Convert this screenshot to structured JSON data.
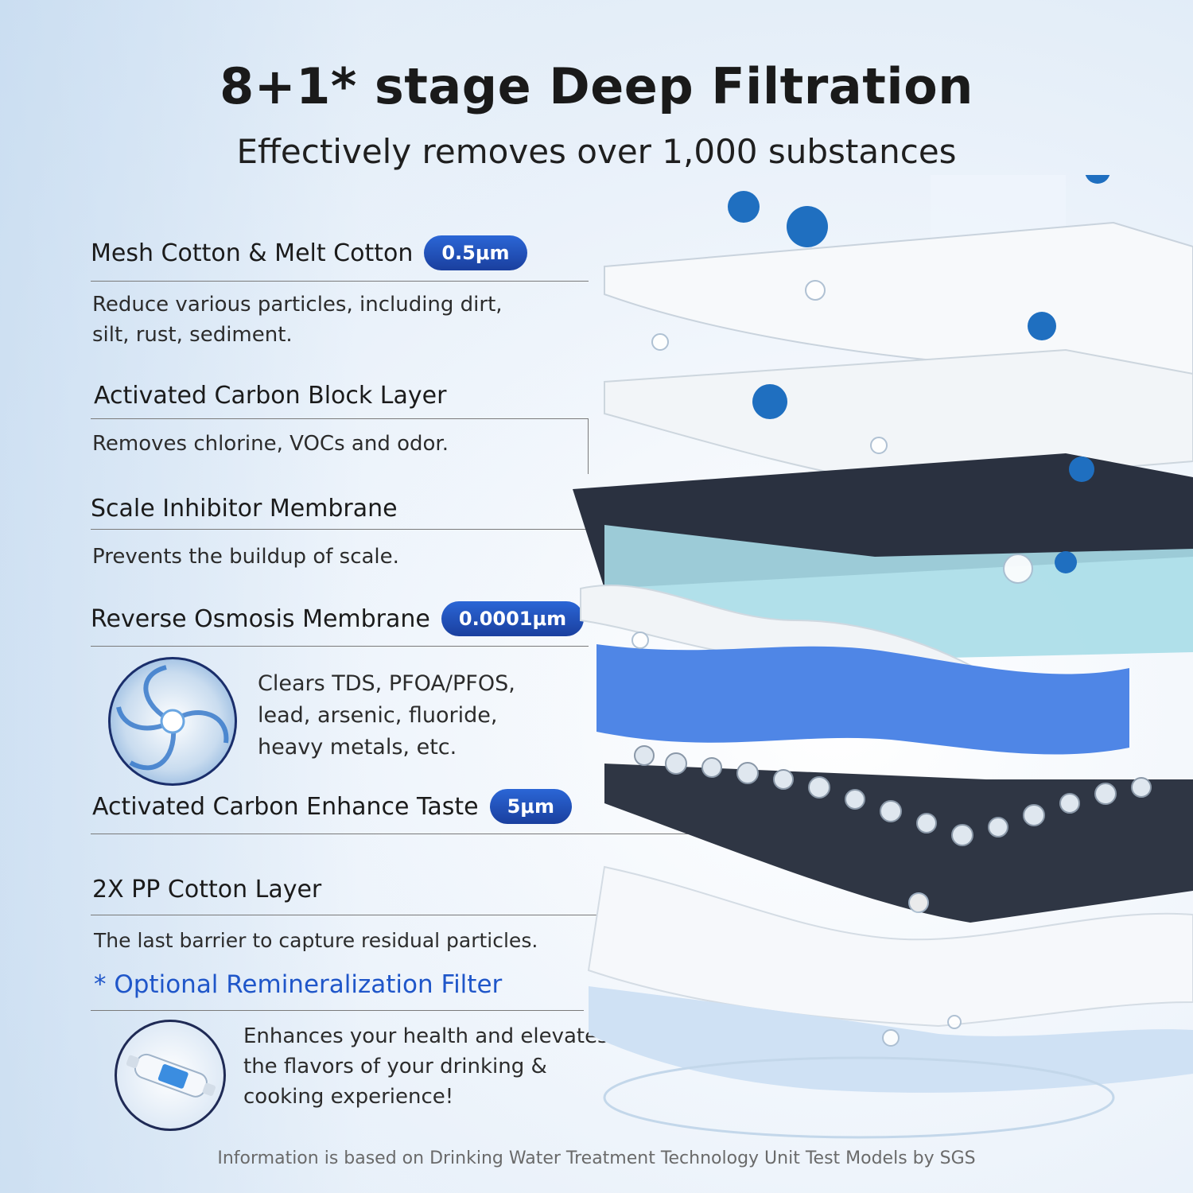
{
  "header": {
    "title": "8+1* stage Deep Filtration",
    "subtitle": "Effectively removes over 1,000 substances"
  },
  "stages": [
    {
      "name": "Mesh Cotton & Melt Cotton",
      "badge": "0.5μm",
      "description_lines": [
        "Reduce various particles, including dirt,",
        "silt, rust, sediment."
      ]
    },
    {
      "name": "Activated Carbon Block Layer",
      "description_lines": [
        "Removes chlorine, VOCs and odor."
      ]
    },
    {
      "name": "Scale Inhibitor Membrane",
      "description_lines": [
        "Prevents the buildup of scale."
      ]
    },
    {
      "name": "Reverse Osmosis Membrane",
      "badge": "0.0001μm",
      "description_lines": [
        "Clears TDS, PFOA/PFOS,",
        "lead, arsenic, fluoride,",
        "heavy metals, etc."
      ]
    },
    {
      "name": "Activated Carbon Enhance Taste",
      "badge": "5μm"
    },
    {
      "name": "2X PP Cotton Layer",
      "description_lines": [
        "The last barrier to capture residual particles."
      ]
    }
  ],
  "optional": {
    "name": "* Optional Remineralization Filter",
    "description_lines": [
      "Enhances your health and elevates",
      "the flavors of your drinking &",
      "cooking experience!"
    ]
  },
  "footnote": "Information is based on Drinking Water Treatment Technology Unit Test Models by SGS",
  "colors": {
    "accent_blue": "#1f56c9",
    "badge_blue": "#1a3f9e",
    "carbon_dark": "#2a3140",
    "ro_blue": "#4f86e6",
    "scale_teal": "#a9dde8"
  }
}
